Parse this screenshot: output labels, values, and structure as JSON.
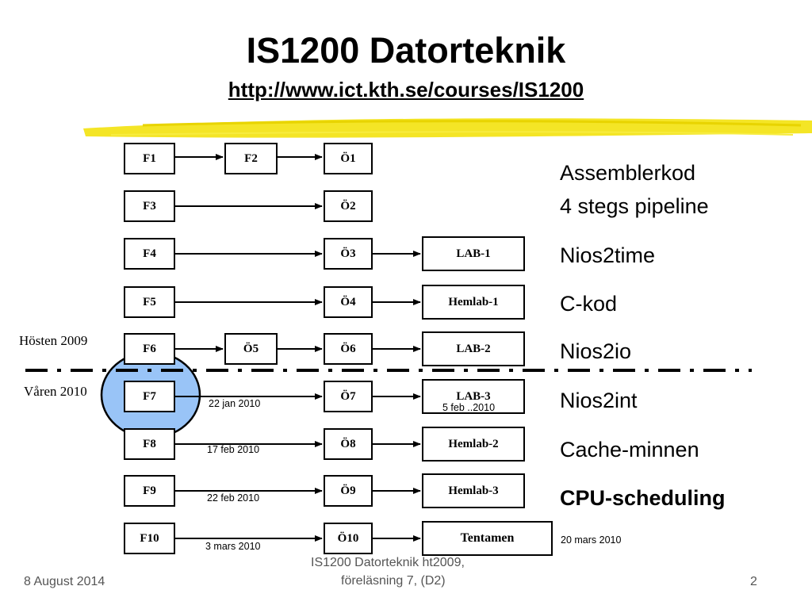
{
  "title": "IS1200 Datorteknik",
  "url": "http://www.ict.kth.se/courses/IS1200",
  "lectures": [
    "F1",
    "F2",
    "F3",
    "F4",
    "F5",
    "F6",
    "F7",
    "F8",
    "F9",
    "F10"
  ],
  "exercises": [
    "Ö1",
    "Ö2",
    "Ö3",
    "Ö4",
    "Ö5",
    "Ö6",
    "Ö7",
    "Ö8",
    "Ö9",
    "Ö10"
  ],
  "labs": [
    "LAB-1",
    "Hemlab-1",
    "LAB-2",
    "LAB-3",
    "Hemlab-2",
    "Hemlab-3",
    "Tentamen"
  ],
  "dates": {
    "f7": "22 jan 2010",
    "f8": "17 feb  2010",
    "f9": "22 feb  2010",
    "f10": "3 mars 2010",
    "lab3": "5 feb  ..2010",
    "tentamen": "20 mars 2010"
  },
  "topics": {
    "r1_line1": "Assemblerkod",
    "r1_line2": "4 stegs pipeline",
    "r3": "Nios2time",
    "r4": "C-kod",
    "r5": "Nios2io",
    "r6": "Nios2int",
    "r7": "Cache-minnen",
    "r8": "CPU-scheduling"
  },
  "semesters": {
    "fall": "Hösten 2009",
    "spring": "Våren 2010"
  },
  "footer": {
    "date": "8 August 2014",
    "center_line1": "IS1200 Datorteknik ht2009,",
    "center_line2": "föreläsning 7, (D2)",
    "page": "2"
  },
  "colors": {
    "highlight_ellipse": "#99c4f7",
    "brush_stroke": "#f2e100",
    "ink": "#000000"
  }
}
